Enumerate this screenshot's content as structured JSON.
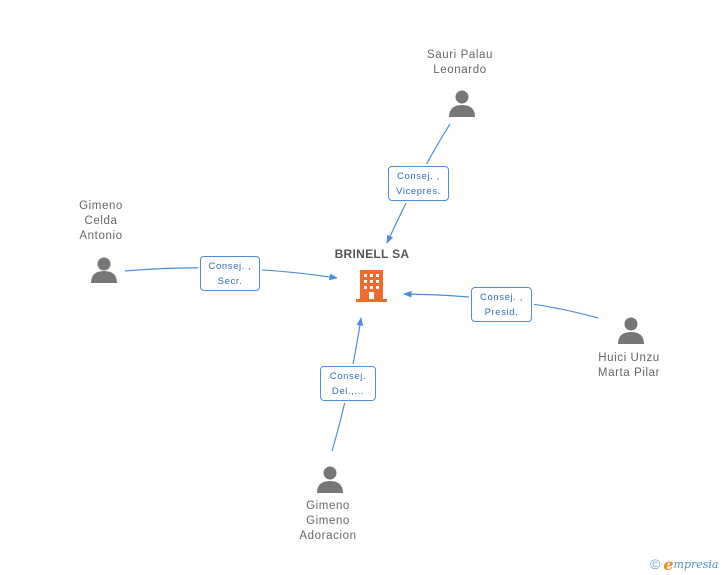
{
  "company": {
    "name": "BRINELL SA",
    "icon": "building-icon",
    "color": "#f26a2e"
  },
  "people": [
    {
      "id": "sauri",
      "lines": [
        "Sauri Palau",
        "Leonardo"
      ],
      "icon": "person-icon"
    },
    {
      "id": "gimeno-celda",
      "lines": [
        "Gimeno",
        "Celda",
        "Antonio"
      ],
      "icon": "person-icon"
    },
    {
      "id": "huici",
      "lines": [
        "Huici Unzu",
        "Marta Pilar"
      ],
      "icon": "person-icon"
    },
    {
      "id": "gimeno-gimeno",
      "lines": [
        "Gimeno",
        "Gimeno",
        "Adoracion"
      ],
      "icon": "person-icon"
    }
  ],
  "relations": [
    {
      "from": "sauri",
      "lines": [
        "Consej. ,",
        "Vicepres."
      ]
    },
    {
      "from": "gimeno-celda",
      "lines": [
        "Consej. ,",
        "Secr."
      ]
    },
    {
      "from": "huici",
      "lines": [
        "Consej. ,",
        "Presid."
      ]
    },
    {
      "from": "gimeno-gimeno",
      "lines": [
        "Consej.",
        "Del.,..."
      ]
    }
  ],
  "colors": {
    "edge": "#4a8fd9",
    "person": "#777777",
    "text": "#666666"
  },
  "brand": {
    "copyright": "©",
    "initial": "e",
    "rest": "mpresia"
  }
}
